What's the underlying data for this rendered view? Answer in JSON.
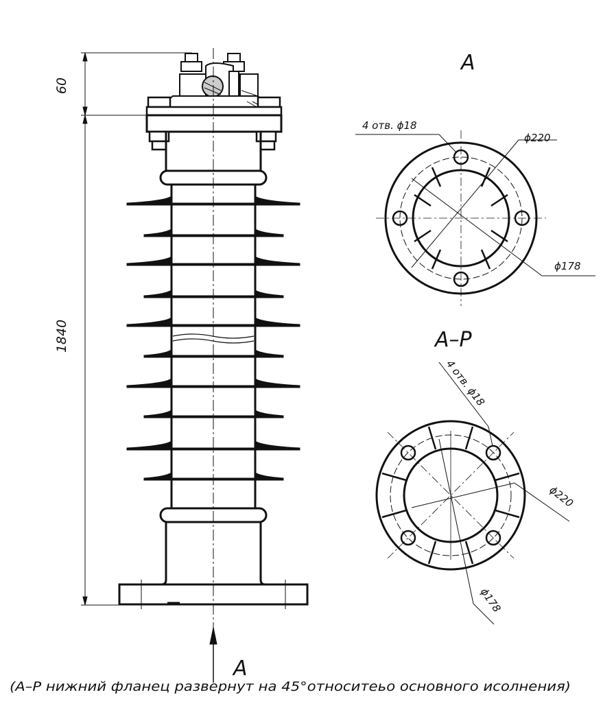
{
  "labels": {
    "dim_top": "60",
    "dim_height": "1840",
    "view_a_title": "A",
    "view_ap_title": "A–P",
    "arrow_label": "A",
    "holes_a": "4 отв. ϕ18",
    "d220_a": "ϕ220",
    "d178_a": "ϕ178",
    "holes_ap": "4 отв. ϕ18",
    "d220_ap": "ϕ220",
    "d178_ap": "ϕ178",
    "note": "(А–Р нижний фланец развернут на 45°относитеьо основного исолнения)"
  }
}
